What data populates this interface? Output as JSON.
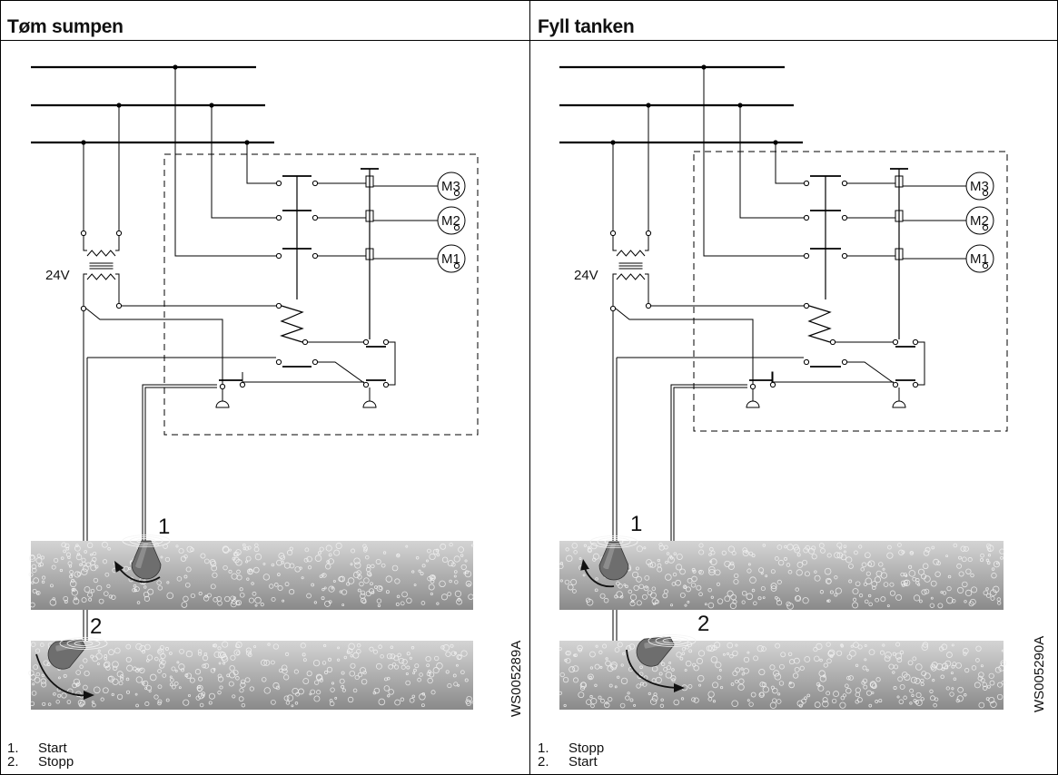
{
  "panels": [
    {
      "title": "Tøm sumpen",
      "voltage": "24V",
      "motors": [
        "M3",
        "M2",
        "M1"
      ],
      "float_labels": [
        "1",
        "2"
      ],
      "drawing_code": "WS005289A",
      "legend": [
        {
          "num": "1.",
          "text": "Start"
        },
        {
          "num": "2.",
          "text": "Stopp"
        }
      ]
    },
    {
      "title": "Fyll tanken",
      "voltage": "24V",
      "motors": [
        "M3",
        "M2",
        "M1"
      ],
      "float_labels": [
        "1",
        "2"
      ],
      "drawing_code": "WS005290A",
      "legend": [
        {
          "num": "1.",
          "text": "Stopp"
        },
        {
          "num": "2.",
          "text": "Start"
        }
      ]
    }
  ]
}
